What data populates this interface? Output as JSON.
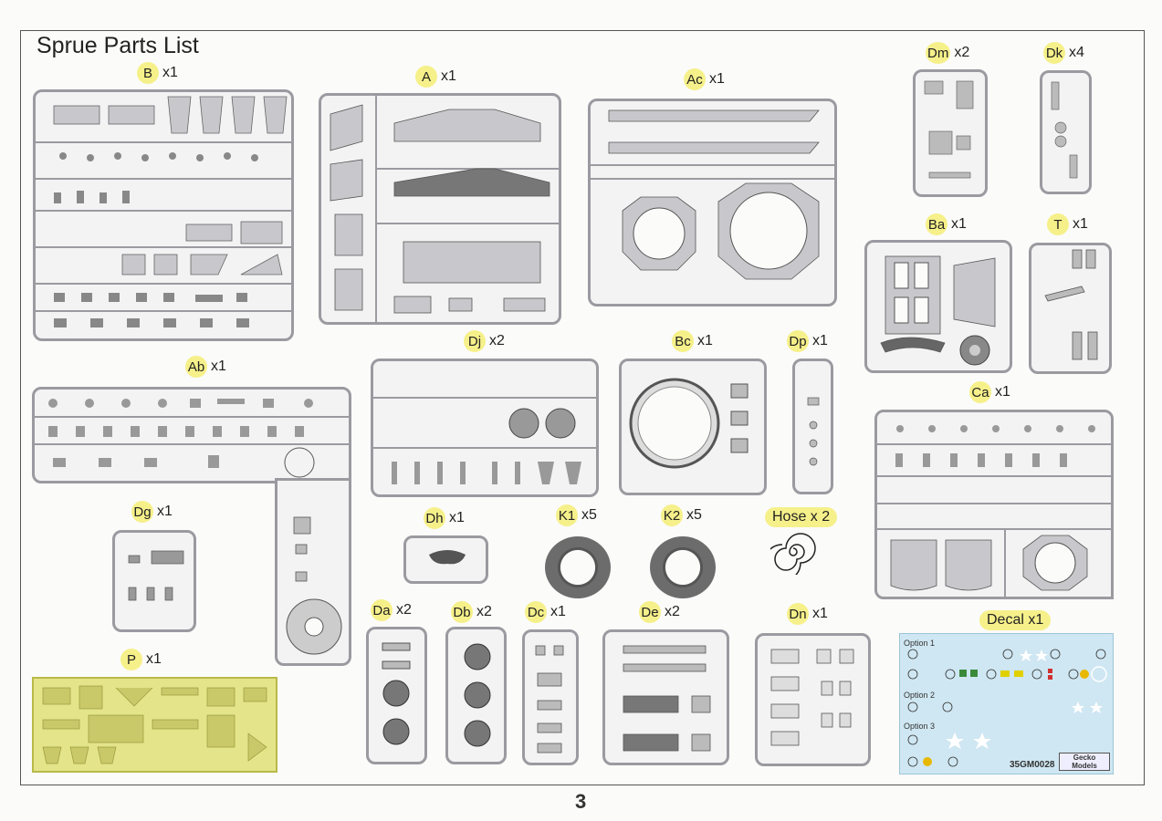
{
  "page": {
    "title": "Sprue Parts List",
    "page_number": "3"
  },
  "sprues": [
    {
      "id": "B",
      "qty": "x1"
    },
    {
      "id": "A",
      "qty": "x1"
    },
    {
      "id": "Ac",
      "qty": "x1"
    },
    {
      "id": "Dm",
      "qty": "x2"
    },
    {
      "id": "Dk",
      "qty": "x4"
    },
    {
      "id": "Ba",
      "qty": "x1"
    },
    {
      "id": "T",
      "qty": "x1"
    },
    {
      "id": "Ab",
      "qty": "x1"
    },
    {
      "id": "Dj",
      "qty": "x2"
    },
    {
      "id": "Bc",
      "qty": "x1"
    },
    {
      "id": "Dp",
      "qty": "x1"
    },
    {
      "id": "Ca",
      "qty": "x1"
    },
    {
      "id": "Dg",
      "qty": "x1"
    },
    {
      "id": "Dh",
      "qty": "x1"
    },
    {
      "id": "K1",
      "qty": "x5"
    },
    {
      "id": "K2",
      "qty": "x5"
    },
    {
      "id": "P",
      "qty": "x1"
    },
    {
      "id": "Da",
      "qty": "x2"
    },
    {
      "id": "Db",
      "qty": "x2"
    },
    {
      "id": "Dc",
      "qty": "x1"
    },
    {
      "id": "De",
      "qty": "x2"
    },
    {
      "id": "Dn",
      "qty": "x1"
    }
  ],
  "hose": {
    "label": "Hose x 2"
  },
  "decal": {
    "label": "Decal  x1",
    "option1": "Option 1",
    "option2": "Option 2",
    "option3": "Option 3",
    "code": "35GM0028",
    "brand": "Gecko Models"
  }
}
